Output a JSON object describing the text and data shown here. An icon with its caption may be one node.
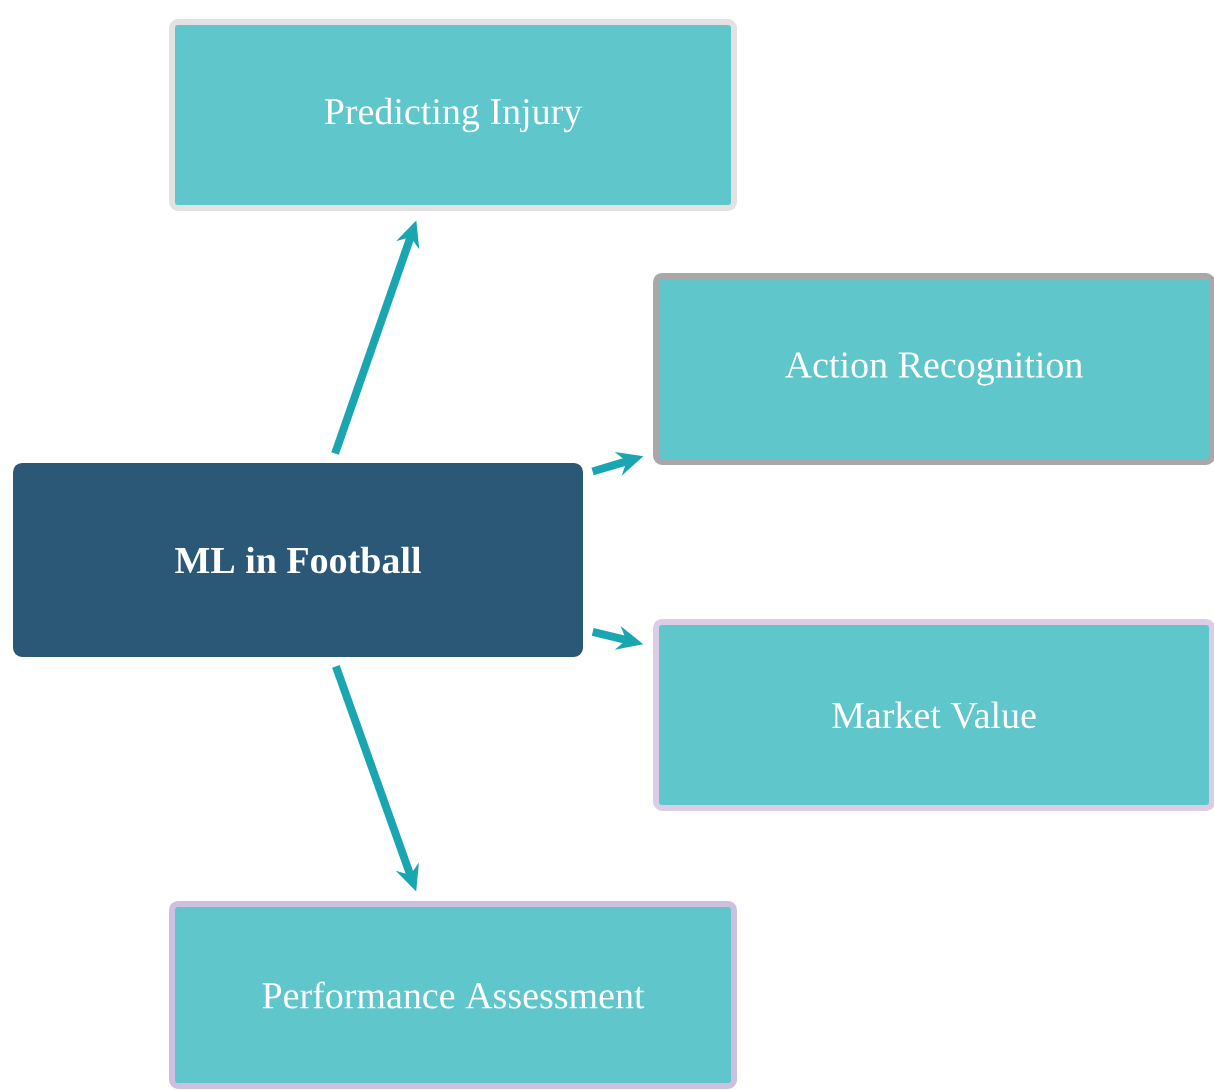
{
  "diagram": {
    "nodes": [
      {
        "text": [
          "ML in Football"
        ]
      },
      {
        "text": [
          "Predicting Injury"
        ]
      },
      {
        "text": [
          "Action Recognition"
        ]
      },
      {
        "text": [
          "Market Value"
        ]
      },
      {
        "text": [
          "Performance Assessment"
        ]
      }
    ],
    "edges": [
      {
        "from": 0,
        "to": 1,
        "arrow": "to"
      },
      {
        "from": 0,
        "to": 2,
        "arrow": "to"
      },
      {
        "from": 0,
        "to": 3,
        "arrow": "to"
      },
      {
        "from": 0,
        "to": 4,
        "arrow": "to"
      }
    ]
  }
}
